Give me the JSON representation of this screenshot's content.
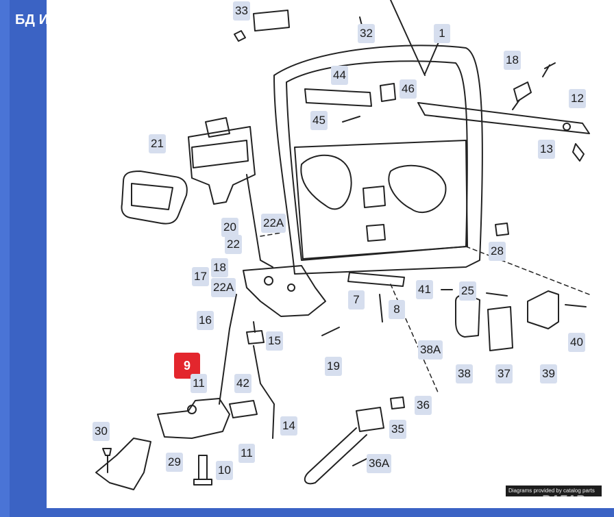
{
  "header": {
    "seller_name": "БД Интернешенъл ЕО..."
  },
  "diagram": {
    "credit": "Diagrams provided by catalog parts",
    "callouts": {
      "c1": "1",
      "c8": "8",
      "c9": "9",
      "c10": "10",
      "c11a": "11",
      "c11b": "11",
      "c12": "12",
      "c13": "13",
      "c14": "14",
      "c15": "15",
      "c16": "16",
      "c17": "17",
      "c18": "18",
      "c19": "19",
      "c20": "20",
      "c21": "21",
      "c22": "22",
      "c22a": "22A",
      "c22a2": "22A",
      "c25": "25",
      "c28": "28",
      "c29": "29",
      "c30": "30",
      "c32": "32",
      "c33": "33",
      "c35": "35",
      "c36": "36",
      "c36a": "36A",
      "c37": "37",
      "c38": "38",
      "c38a": "38A",
      "c39": "39",
      "c40": "40",
      "c41": "41",
      "c42": "42",
      "c44": "44",
      "c45": "45",
      "c46": "46",
      "c7": "7"
    },
    "selected_callout": "c9"
  },
  "watermark": {
    "text": "BAZAR"
  }
}
